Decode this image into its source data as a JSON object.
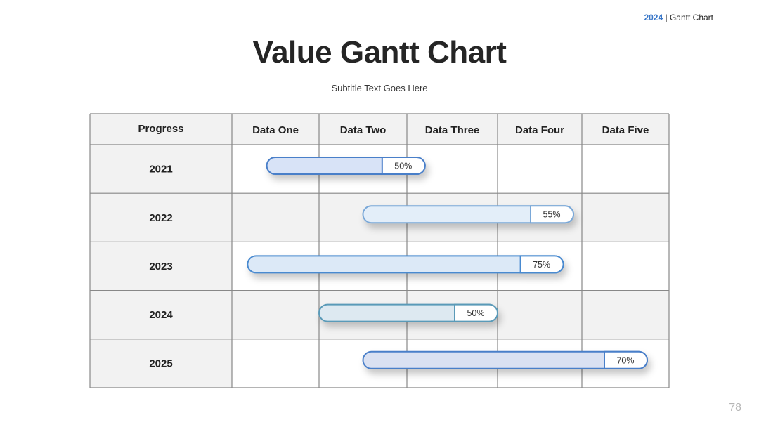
{
  "header": {
    "year": "2024",
    "separator": "|",
    "section": "Gantt Chart"
  },
  "title": "Value Gantt Chart",
  "subtitle": "Subtitle Text Goes Here",
  "page_number": "78",
  "colors": {
    "border": "#888888",
    "row_shade": "#f2f2f2",
    "bar_stroke": "#4a7fc9"
  },
  "chart_data": {
    "type": "gantt",
    "row_header": "Progress",
    "columns": [
      "Data One",
      "Data Two",
      "Data Three",
      "Data Four",
      "Data Five"
    ],
    "rows": [
      {
        "label": "2021",
        "start": 0.4,
        "end": 2.2,
        "value_label": "50%",
        "fill": "#d8e3f7",
        "stroke": "#4a7fc9"
      },
      {
        "label": "2022",
        "start": 1.5,
        "end": 3.9,
        "value_label": "55%",
        "fill": "#e3eef9",
        "stroke": "#7aa8d8"
      },
      {
        "label": "2023",
        "start": 0.18,
        "end": 3.78,
        "value_label": "75%",
        "fill": "#dce9f7",
        "stroke": "#4a8ad0"
      },
      {
        "label": "2024",
        "start": 1.0,
        "end": 3.0,
        "value_label": "50%",
        "fill": "#dde9f1",
        "stroke": "#5a9ab8"
      },
      {
        "label": "2025",
        "start": 1.5,
        "end": 4.75,
        "value_label": "70%",
        "fill": "#dae1f2",
        "stroke": "#4a7fc9"
      }
    ]
  }
}
